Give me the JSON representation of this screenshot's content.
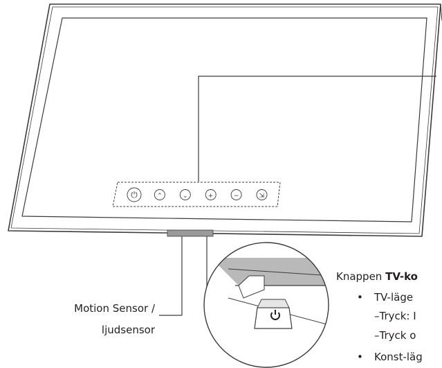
{
  "labels": {
    "motion_sensor_line1": "Motion Sensor /",
    "motion_sensor_line2": "ljudsensor"
  },
  "description": {
    "intro_prefix": "Knappen ",
    "intro_bold": "TV-ko",
    "items": [
      {
        "bullet": "•",
        "text": "TV-läge"
      },
      {
        "bullet": "",
        "text": "–Tryck: I"
      },
      {
        "bullet": "",
        "text": "–Tryck o"
      },
      {
        "bullet": "•",
        "text": "Konst-läg"
      }
    ]
  },
  "control_buttons": [
    {
      "name": "power-icon",
      "symbol": "⏻"
    },
    {
      "name": "channel-up-icon",
      "symbol": "⌃"
    },
    {
      "name": "channel-down-icon",
      "symbol": "⌄"
    },
    {
      "name": "volume-up-icon",
      "symbol": "+"
    },
    {
      "name": "volume-down-icon",
      "symbol": "−"
    },
    {
      "name": "source-icon",
      "symbol": "⇲"
    }
  ],
  "colors": {
    "line": "#3a3a3a",
    "sensor_fill": "#9a9a9a",
    "zoom_shade": "#b9b9b9"
  }
}
